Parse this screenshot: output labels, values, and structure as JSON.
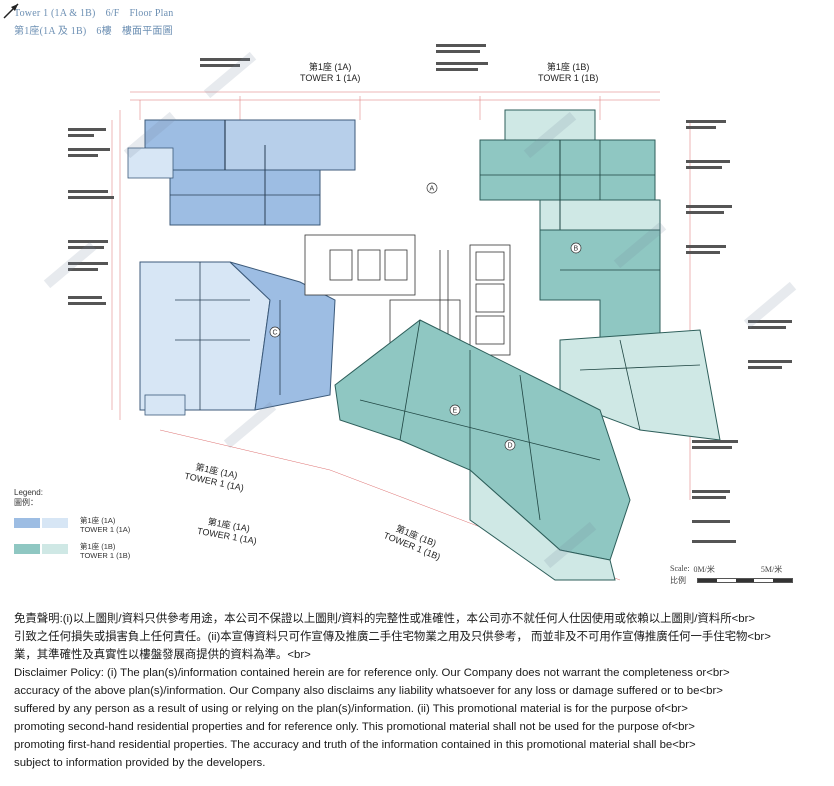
{
  "header": {
    "tower_en": "Tower 1 (1A & 1B)",
    "floor_en": "6/F",
    "plan_en": "Floor Plan",
    "tower_zh": "第1座(1A 及 1B)",
    "floor_zh": "6樓",
    "plan_zh": "樓面平面圖"
  },
  "towers": {
    "top_1a": "第1座 (1A)\nTOWER 1 (1A)",
    "top_1b": "第1座 (1B)\nTOWER 1 (1B)",
    "bottom_1a_left": "第1座 (1A)\nTOWER 1 (1A)",
    "bottom_1a_mid": "第1座 (1A)\nTOWER 1 (1A)",
    "bottom_1b": "第1座 (1B)\nTOWER 1 (1B)"
  },
  "legend": {
    "title_en": "Legend:",
    "title_zh": "圖例：",
    "items": [
      {
        "label": "第1座 (1A)\nTOWER 1 (1A)",
        "color_dark": "#9dbde3",
        "color_light": "#d7e6f5"
      },
      {
        "label": "第1座 (1B)\nTOWER 1 (1B)",
        "color_dark": "#8fc7c2",
        "color_light": "#cfe8e5"
      }
    ]
  },
  "scale": {
    "label_en": "Scale:",
    "label_zh": "比例",
    "start": "0M/米",
    "end": "5M/米"
  },
  "disclaimer": {
    "zh_1": "免責聲明:(i)以上圖則/資料只供參考用途，本公司不保證以上圖則/資料的完整性或准確性，本公司亦不就任何人仕因使用或依賴以上圖則/資料所<br>",
    "zh_2": "引致之任何損失或損害負上任何責任。(ii)本宣傳資料只可作宣傳及推廣二手住宅物業之用及只供參考， 而並非及不可用作宣傳推廣任何一手住宅物<br>",
    "zh_3": "業，其準確性及真實性以樓盤發展商提供的資料為準。<br>",
    "en_1": "Disclaimer Policy: (i) The plan(s)/information contained herein are for reference only. Our Company does not warrant the completeness or<br>",
    "en_2": "accuracy of the above plan(s)/information. Our Company also disclaims any liability whatsoever for any loss or damage suffered or to be<br>",
    "en_3": "suffered by any person as a result of using or relying on the plan(s)/information. (ii) This promotional material is for the purpose of<br>",
    "en_4": "promoting second-hand residential properties and for reference only. This promotional material shall not be used for the purpose of<br>",
    "en_5": "promoting first-hand residential properties. The accuracy and truth of the information contained in this promotional material shall be<br>",
    "en_6": "subject to information provided by the developers."
  },
  "colors": {
    "title": "#6c8fb3",
    "tower_1a": "#9dbde3",
    "tower_1a_light": "#d7e6f5",
    "tower_1b": "#8fc7c2",
    "tower_1b_light": "#cfe8e5",
    "dimension_red": "#d44a4a"
  }
}
